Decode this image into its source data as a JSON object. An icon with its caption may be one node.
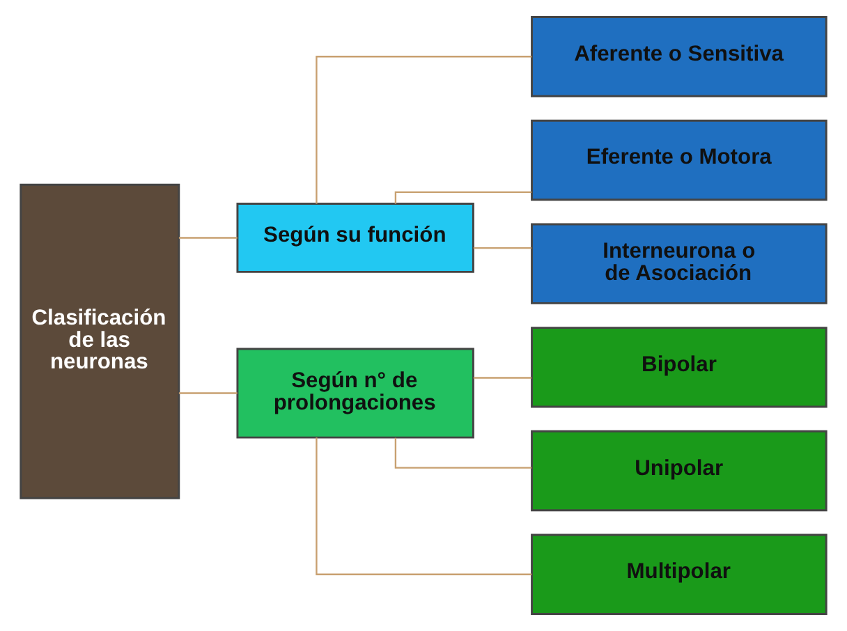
{
  "diagram": {
    "nodes": [
      {
        "text": [
          "Clasificación de las neuronas"
        ]
      },
      {
        "text": [
          "Según su función"
        ]
      },
      {
        "text": [
          "Según n° de prolongaciones"
        ]
      },
      {
        "text": [
          "Aferente o Sensitiva"
        ]
      },
      {
        "text": [
          "Eferente o Motora"
        ]
      },
      {
        "text": [
          "Interneurona o de Asociación"
        ]
      },
      {
        "text": [
          "Bipolar"
        ]
      },
      {
        "text": [
          "Unipolar"
        ]
      },
      {
        "text": [
          "Multipolar"
        ]
      }
    ],
    "edges": [
      {
        "from": 0,
        "to": 1,
        "arrow": "none"
      },
      {
        "from": 0,
        "to": 2,
        "arrow": "none"
      },
      {
        "from": 1,
        "to": 3,
        "arrow": "none"
      },
      {
        "from": 1,
        "to": 4,
        "arrow": "none"
      },
      {
        "from": 1,
        "to": 5,
        "arrow": "none"
      },
      {
        "from": 2,
        "to": 6,
        "arrow": "none"
      },
      {
        "from": 2,
        "to": 7,
        "arrow": "none"
      },
      {
        "from": 2,
        "to": 8,
        "arrow": "none"
      }
    ]
  }
}
